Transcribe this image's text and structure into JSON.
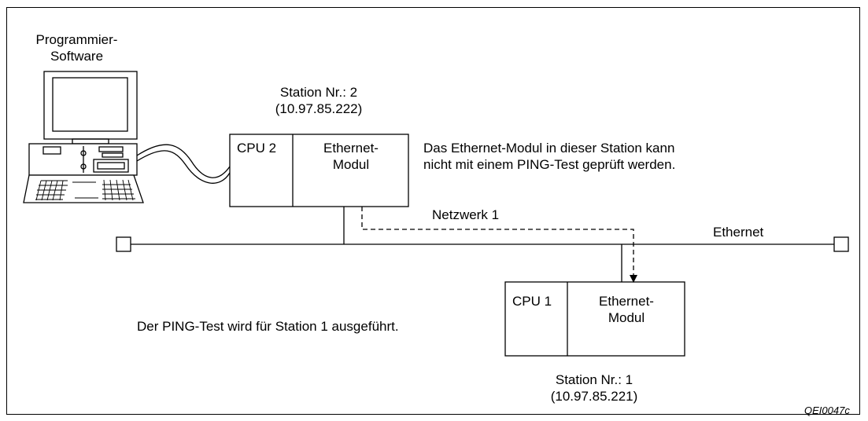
{
  "software_label": [
    "Programmier-",
    "Software"
  ],
  "station2": {
    "label": "Station Nr.: 2",
    "ip": "(10.97.85.222)",
    "cpu": "CPU 2",
    "module": [
      "Ethernet-",
      "Modul"
    ]
  },
  "station1": {
    "label": "Station Nr.: 1",
    "ip": "(10.97.85.221)",
    "cpu": "CPU 1",
    "module": [
      "Ethernet-",
      "Modul"
    ]
  },
  "note_station2": [
    "Das Ethernet-Modul in dieser Station kann",
    "nicht mit einem PING-Test geprüft werden."
  ],
  "note_ping": "Der PING-Test wird für Station 1 ausgeführt.",
  "network_label": "Netzwerk 1",
  "ethernet_label": "Ethernet",
  "doc_id": "QEI0047c"
}
